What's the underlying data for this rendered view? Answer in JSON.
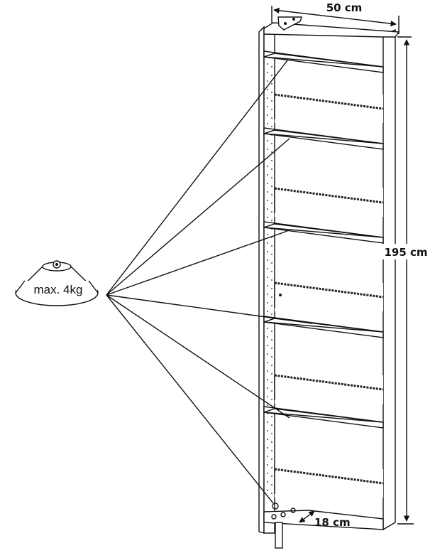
{
  "dimensions": {
    "width_label": "50 cm",
    "height_label": "195 cm",
    "depth_label": "18 cm"
  },
  "weight_label": "max. 4kg",
  "shelf_count": 6
}
